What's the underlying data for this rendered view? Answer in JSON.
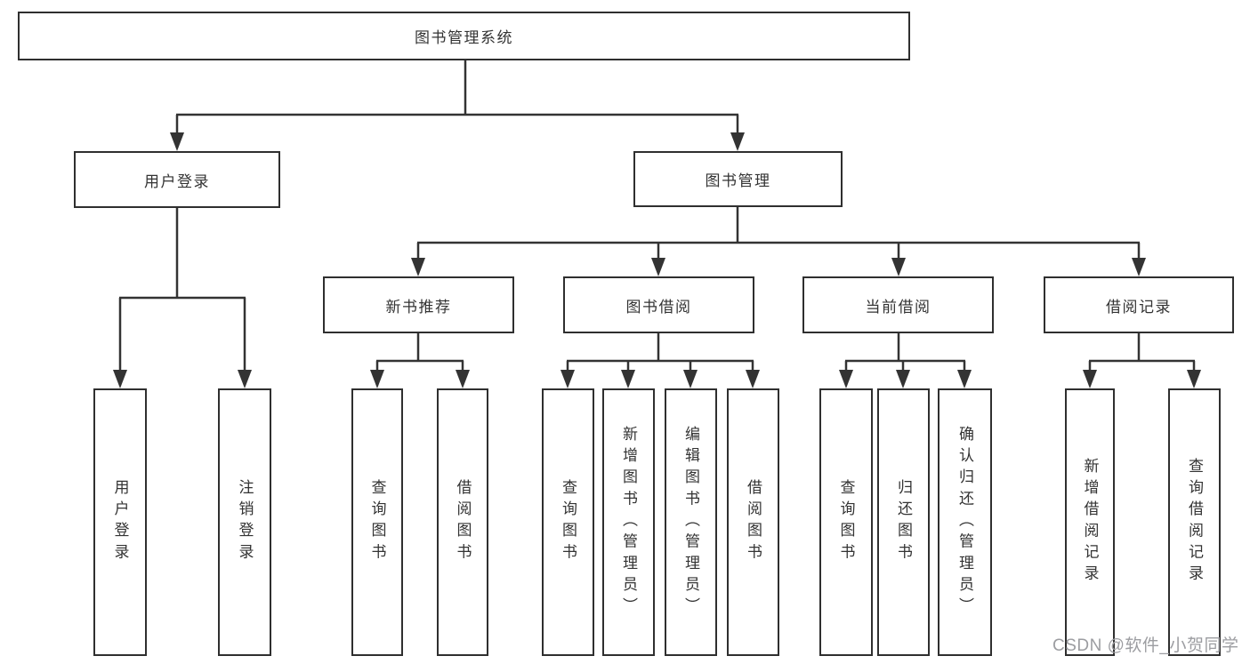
{
  "tree": {
    "root": {
      "label": "图书管理系统",
      "children": [
        {
          "label": "用户登录",
          "children": [
            {
              "label": "用户登录"
            },
            {
              "label": "注销登录"
            }
          ]
        },
        {
          "label": "图书管理",
          "children": [
            {
              "label": "新书推荐",
              "children": [
                {
                  "label": "查询图书"
                },
                {
                  "label": "借阅图书"
                }
              ]
            },
            {
              "label": "图书借阅",
              "children": [
                {
                  "label": "查询图书"
                },
                {
                  "label": "新增图书（管理员）"
                },
                {
                  "label": "编辑图书（管理员）"
                },
                {
                  "label": "借阅图书"
                }
              ]
            },
            {
              "label": "当前借阅",
              "children": [
                {
                  "label": "查询图书"
                },
                {
                  "label": "归还图书"
                },
                {
                  "label": "确认归还（管理员）"
                }
              ]
            },
            {
              "label": "借阅记录",
              "children": [
                {
                  "label": "新增借阅记录"
                },
                {
                  "label": "查询借阅记录"
                }
              ]
            }
          ]
        }
      ]
    }
  },
  "watermark": {
    "text": "CSDN @软件_小贺同学"
  },
  "colors": {
    "line": "#333333",
    "box_border": "#2f2f2f",
    "text": "#333333",
    "watermark": "#9c9da1",
    "background": "#ffffff"
  }
}
